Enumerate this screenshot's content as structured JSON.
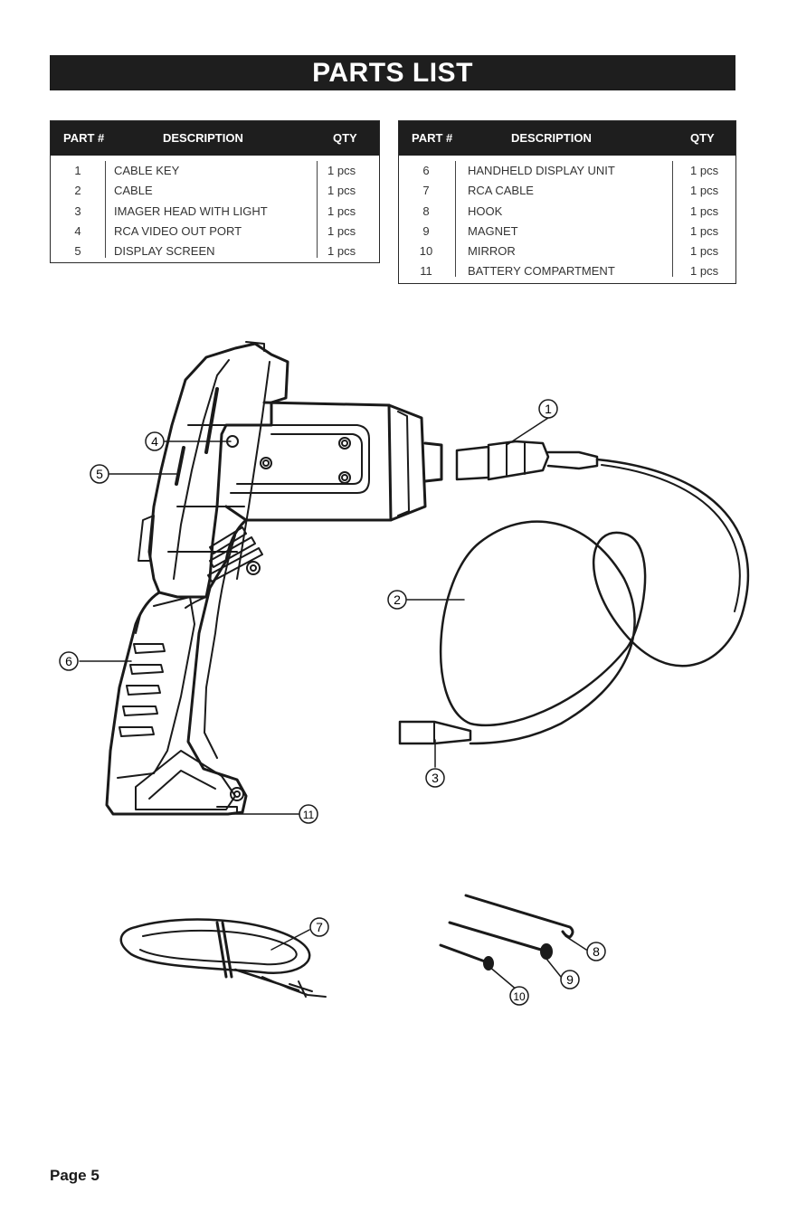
{
  "title": "PARTS LIST",
  "table_headers": {
    "part": "PART #",
    "description": "DESCRIPTION",
    "qty": "QTY"
  },
  "table_left": [
    {
      "num": "1",
      "desc": "CABLE KEY",
      "qty": "1 pcs"
    },
    {
      "num": "2",
      "desc": "CABLE",
      "qty": "1 pcs"
    },
    {
      "num": "3",
      "desc": "IMAGER HEAD WITH LIGHT",
      "qty": "1 pcs"
    },
    {
      "num": "4",
      "desc": "RCA VIDEO OUT PORT",
      "qty": "1 pcs"
    },
    {
      "num": "5",
      "desc": "DISPLAY SCREEN",
      "qty": "1 pcs"
    }
  ],
  "table_right": [
    {
      "num": "6",
      "desc": "HANDHELD DISPLAY UNIT",
      "qty": "1 pcs"
    },
    {
      "num": "7",
      "desc": "RCA CABLE",
      "qty": "1 pcs"
    },
    {
      "num": "8",
      "desc": "HOOK",
      "qty": "1 pcs"
    },
    {
      "num": "9",
      "desc": "MAGNET",
      "qty": "1 pcs"
    },
    {
      "num": "10",
      "desc": "MIRROR",
      "qty": "1 pcs"
    },
    {
      "num": "11",
      "desc": "BATTERY COMPARTMENT",
      "qty": "1 pcs"
    }
  ],
  "callouts": [
    "1",
    "2",
    "3",
    "4",
    "5",
    "6",
    "7",
    "8",
    "9",
    "10",
    "11"
  ],
  "page_label": "Page 5"
}
